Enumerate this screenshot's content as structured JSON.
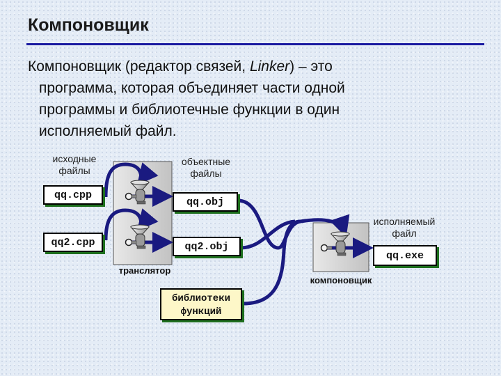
{
  "title": "Компоновщик",
  "definition": {
    "term": "Компоновщик",
    "paren_open": " (редактор связей, ",
    "term_en": "Linker",
    "paren_close": ") – это",
    "line2": "программа, которая объединяет части одной",
    "line3": "программы и библиотечные функции в один",
    "line4": "исполняемый файл."
  },
  "diagram": {
    "source_caption_1": "исходные",
    "source_caption_2": "файлы",
    "object_caption_1": "объектные",
    "object_caption_2": "файлы",
    "exe_caption_1": "исполняемый",
    "exe_caption_2": "файл",
    "source_files": [
      "qq.cpp",
      "qq2.cpp"
    ],
    "object_files": [
      "qq.obj",
      "qq2.obj"
    ],
    "exe_file": "qq.exe",
    "translator_label": "транслятор",
    "linker_label": "компоновщик",
    "library_line_1": "библиотеки",
    "library_line_2": "функций",
    "colors": {
      "arrow": "#1a1a80",
      "machine_panel": "#d4d4d4",
      "shadow": "#1e6f1e",
      "library_fill": "#fdf7c8",
      "title_rule": "#1a1aa0"
    }
  }
}
